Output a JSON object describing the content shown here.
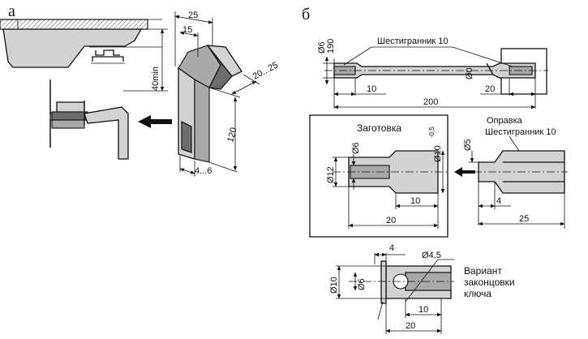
{
  "panel_a": {
    "label": "а",
    "dims": {
      "d25": "25",
      "d15": "15",
      "d40min": "40min",
      "d20_25": "20...25",
      "d120": "120",
      "d4_6": "4...6"
    }
  },
  "panel_b": {
    "label": "б",
    "wrench": {
      "d6": "Ø6",
      "d190": "190",
      "hex_label": "Шестигранник 10",
      "d10": "10",
      "d20": "20",
      "d200": "200",
      "d0": "Ø0"
    },
    "blank": {
      "title": "Заготовка",
      "d6": "Ø6",
      "d12": "Ø12",
      "d10_tol": "Ø10",
      "tol": "-0,5",
      "d10": "10",
      "d20": "20"
    },
    "mandrel": {
      "title": "Оправка",
      "hex_label": "Шестигранник 10",
      "d5": "Ø5",
      "d4": "4",
      "d25": "25"
    },
    "tip": {
      "d4": "4",
      "d4_5": "Ø4,5",
      "d10": "Ø10",
      "d6": "Ø6",
      "l10": "10",
      "l20": "20",
      "caption_1": "Вариант",
      "caption_2": "законцовки",
      "caption_3": "ключа"
    }
  }
}
